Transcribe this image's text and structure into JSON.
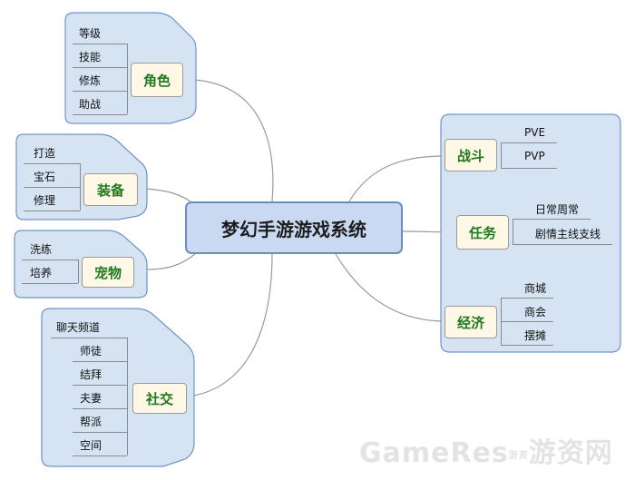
{
  "center": {
    "label": "梦幻手游游戏系统"
  },
  "branches": {
    "role": {
      "label": "角色",
      "items": [
        "等级",
        "技能",
        "修炼",
        "助战"
      ]
    },
    "equip": {
      "label": "装备",
      "items": [
        "打造",
        "宝石",
        "修理"
      ]
    },
    "pet": {
      "label": "宠物",
      "items": [
        "洗练",
        "培养"
      ]
    },
    "social": {
      "label": "社交",
      "items": [
        "聊天频道",
        "师徒",
        "结拜",
        "夫妻",
        "帮派",
        "空间"
      ]
    },
    "battle": {
      "label": "战斗",
      "items": [
        "PVE",
        "PVP"
      ]
    },
    "quest": {
      "label": "任务",
      "items": [
        "日常周常",
        "剧情主线支线"
      ]
    },
    "economy": {
      "label": "经济",
      "items": [
        "商城",
        "商会",
        "摆摊"
      ]
    }
  },
  "watermark": {
    "latin": "GameRes",
    "small": "游资",
    "cn": "游资网"
  },
  "colors": {
    "panel": "#d6e3f3",
    "panel_border": "#6f94c8",
    "sub_fill": "#fff8e6",
    "sub_text": "#1f7a1f",
    "center_fill": "#c9d9f1"
  }
}
